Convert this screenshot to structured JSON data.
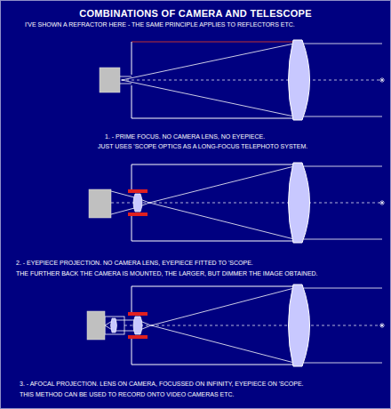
{
  "diagram": {
    "title": "COMBINATIONS OF CAMERA AND TELESCOPE",
    "labels": [
      "I'VE SHOWN A REFRACTOR HERE - THE SAME PRINCIPLE APPLIES TO REFLECTORS ETC.",
      "1. - PRIME FOCUS. NO CAMERA LENS, NO EYEPIECE.",
      "JUST USES 'SCOPE OPTICS AS A LONG-FOCUS TELEPHOTO SYSTEM.",
      "2. - EYEPIECE PROJECTION. NO CAMERA LENS, EYEPIECE FITTED TO 'SCOPE.",
      "THE FURTHER BACK THE CAMERA IS MOUNTED, THE LARGER, BUT DIMMER THE IMAGE OBTAINED.",
      "3. - AFOCAL PROJECTION. LENS ON CAMERA, FOCUSSED ON INFINITY, EYEPIECE ON 'SCOPE.",
      "THIS METHOD CAN BE USED TO RECORD ONTO VIDEO CAMERAS ETC."
    ]
  }
}
